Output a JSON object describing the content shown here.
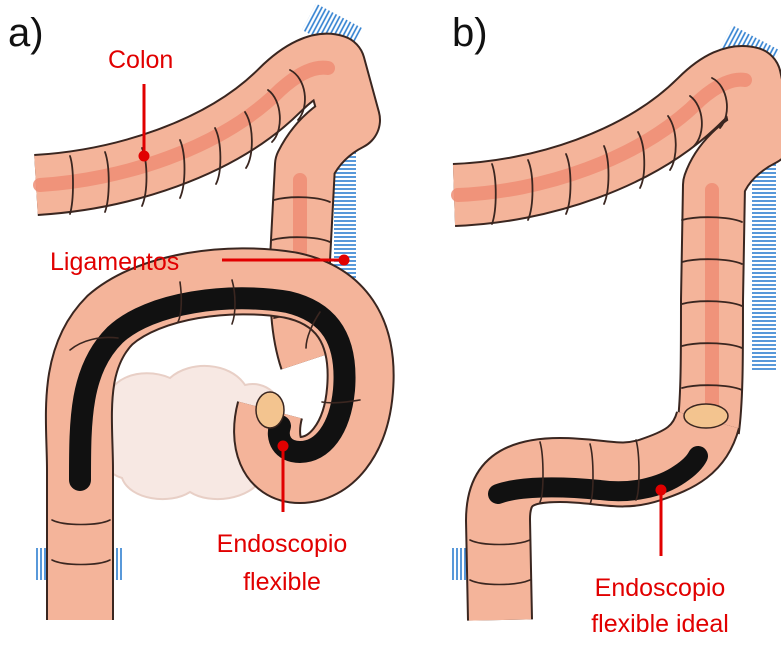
{
  "panels": [
    {
      "letter": "a)",
      "labels": {
        "colon": "Colon",
        "ligaments": "Ligamentos",
        "endoscope_line1": "Endoscopio",
        "endoscope_line2": "flexible"
      }
    },
    {
      "letter": "b)",
      "labels": {
        "endoscope_line1": "Endoscopio",
        "endoscope_line2": "flexible ideal"
      }
    }
  ],
  "colors": {
    "colon_fill": "#f4b49a",
    "colon_center": "#ef8d74",
    "outline": "#3a2620",
    "endoscope": "#111111",
    "label_red": "#e10000",
    "ligament_blue": "#2f7fd0",
    "mesentery": "#f7e8e3"
  }
}
